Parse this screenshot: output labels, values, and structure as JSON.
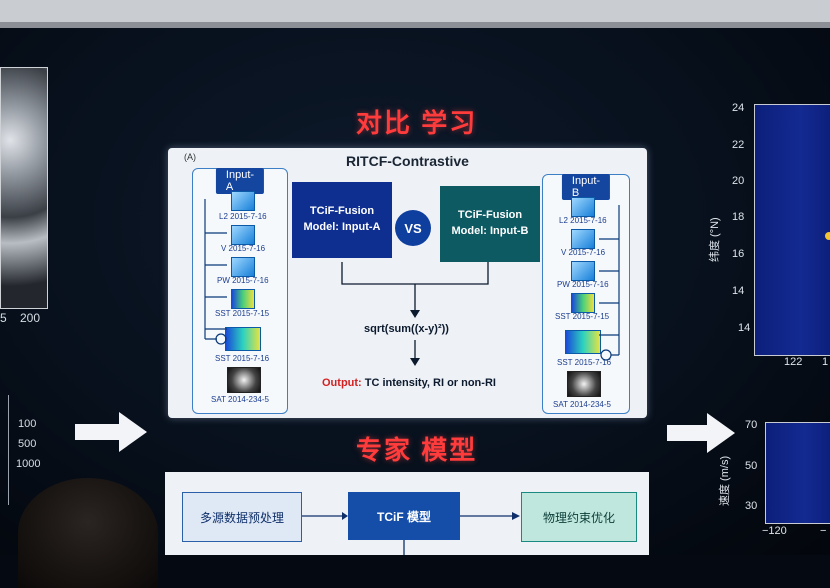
{
  "titles": {
    "contrastive": "对比 学习",
    "expert": "专家 模型"
  },
  "card": {
    "tag": "(A)",
    "title": "RITCF-Contrastive",
    "input_a": {
      "label": "Input-A",
      "items": [
        "L2 2015-7-16",
        "V 2015-7-16",
        "PW 2015-7-16",
        "SST 2015-7-15",
        "SST 2015-7-16",
        "SAT 2014-234-5"
      ]
    },
    "input_b": {
      "label": "Input-B",
      "items": [
        "L2 2015-7-16",
        "V 2015-7-16",
        "PW 2015-7-16",
        "SST 2015-7-15",
        "SST 2015-7-16",
        "SAT 2014-234-5"
      ]
    },
    "model_a": [
      "TCiF-Fusion",
      "Model: Input-A"
    ],
    "model_b": [
      "TCiF-Fusion",
      "Model: Input-B"
    ],
    "vs": "VS",
    "formula": "sqrt(sum((x-y)²))",
    "output_label": "Output:",
    "output_text": "TC intensity, RI or non-RI"
  },
  "pipeline": {
    "step1": "多源数据预处理",
    "step2": "TCiF 模型",
    "step3": "物理约束优化"
  },
  "left_ticks": {
    "bottom": [
      "5",
      "200"
    ],
    "z": [
      "100",
      "500",
      "1000"
    ]
  },
  "right_plot_top": {
    "ylabel": "纬度 (°N)",
    "yticks": [
      "24",
      "22",
      "20",
      "18",
      "16",
      "14"
    ],
    "xticks": [
      "122",
      "1"
    ]
  },
  "right_plot_bottom": {
    "ylabel": "速度 (m/s)",
    "yticks": [
      "70",
      "50",
      "30"
    ],
    "xticks": [
      "−120",
      "−"
    ]
  },
  "colors": {
    "title_red": "#ff3b3b",
    "model_a": "#0e2f90",
    "model_b": "#0e5a63",
    "accent": "#1446a0"
  }
}
